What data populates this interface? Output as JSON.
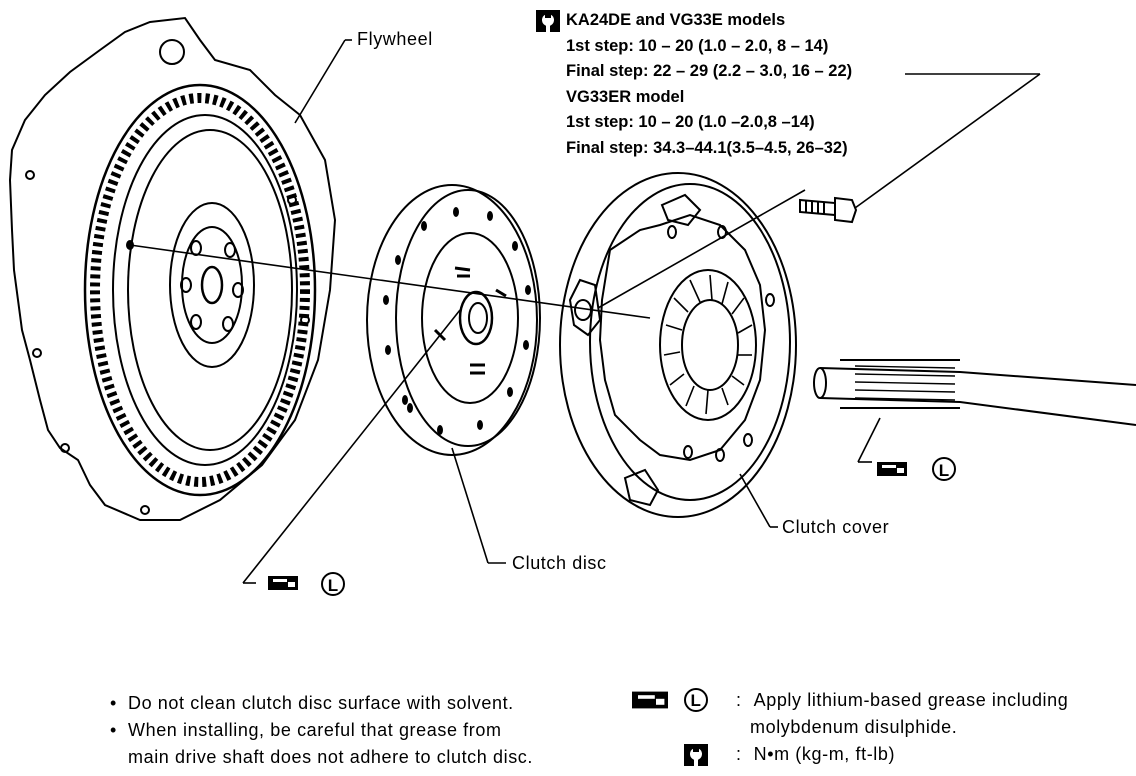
{
  "torque_spec": {
    "heading_a": "KA24DE and VG33E models",
    "step1_a": "1st step: 10 – 20 (1.0 – 2.0, 8 – 14)",
    "final_a": "Final step: 22 – 29 (2.2 – 3.0, 16 – 22)",
    "heading_b": "VG33ER model",
    "step1_b": "1st step: 10 – 20 (1.0 –2.0,8 –14)",
    "final_b": "Final step: 34.3–44.1(3.5–4.5, 26–32)"
  },
  "labels": {
    "flywheel": "Flywheel",
    "clutch_disc": "Clutch disc",
    "clutch_cover": "Clutch cover"
  },
  "grease_symbol": {
    "letter": "L"
  },
  "notes": [
    "Do not clean clutch disc surface with solvent.",
    "When installing, be careful that grease from",
    "main drive shaft does not adhere to clutch disc."
  ],
  "legend": {
    "grease_text_1": "Apply lithium-based grease including",
    "grease_text_2": "molybdenum disulphide.",
    "torque_units": "N•m (kg-m, ft-lb)",
    "colon": ":",
    "bullet": "•"
  },
  "icons": [
    "torque-wrench-icon",
    "grease-gun-icon",
    "lithium-grease-icon",
    "bolt"
  ]
}
